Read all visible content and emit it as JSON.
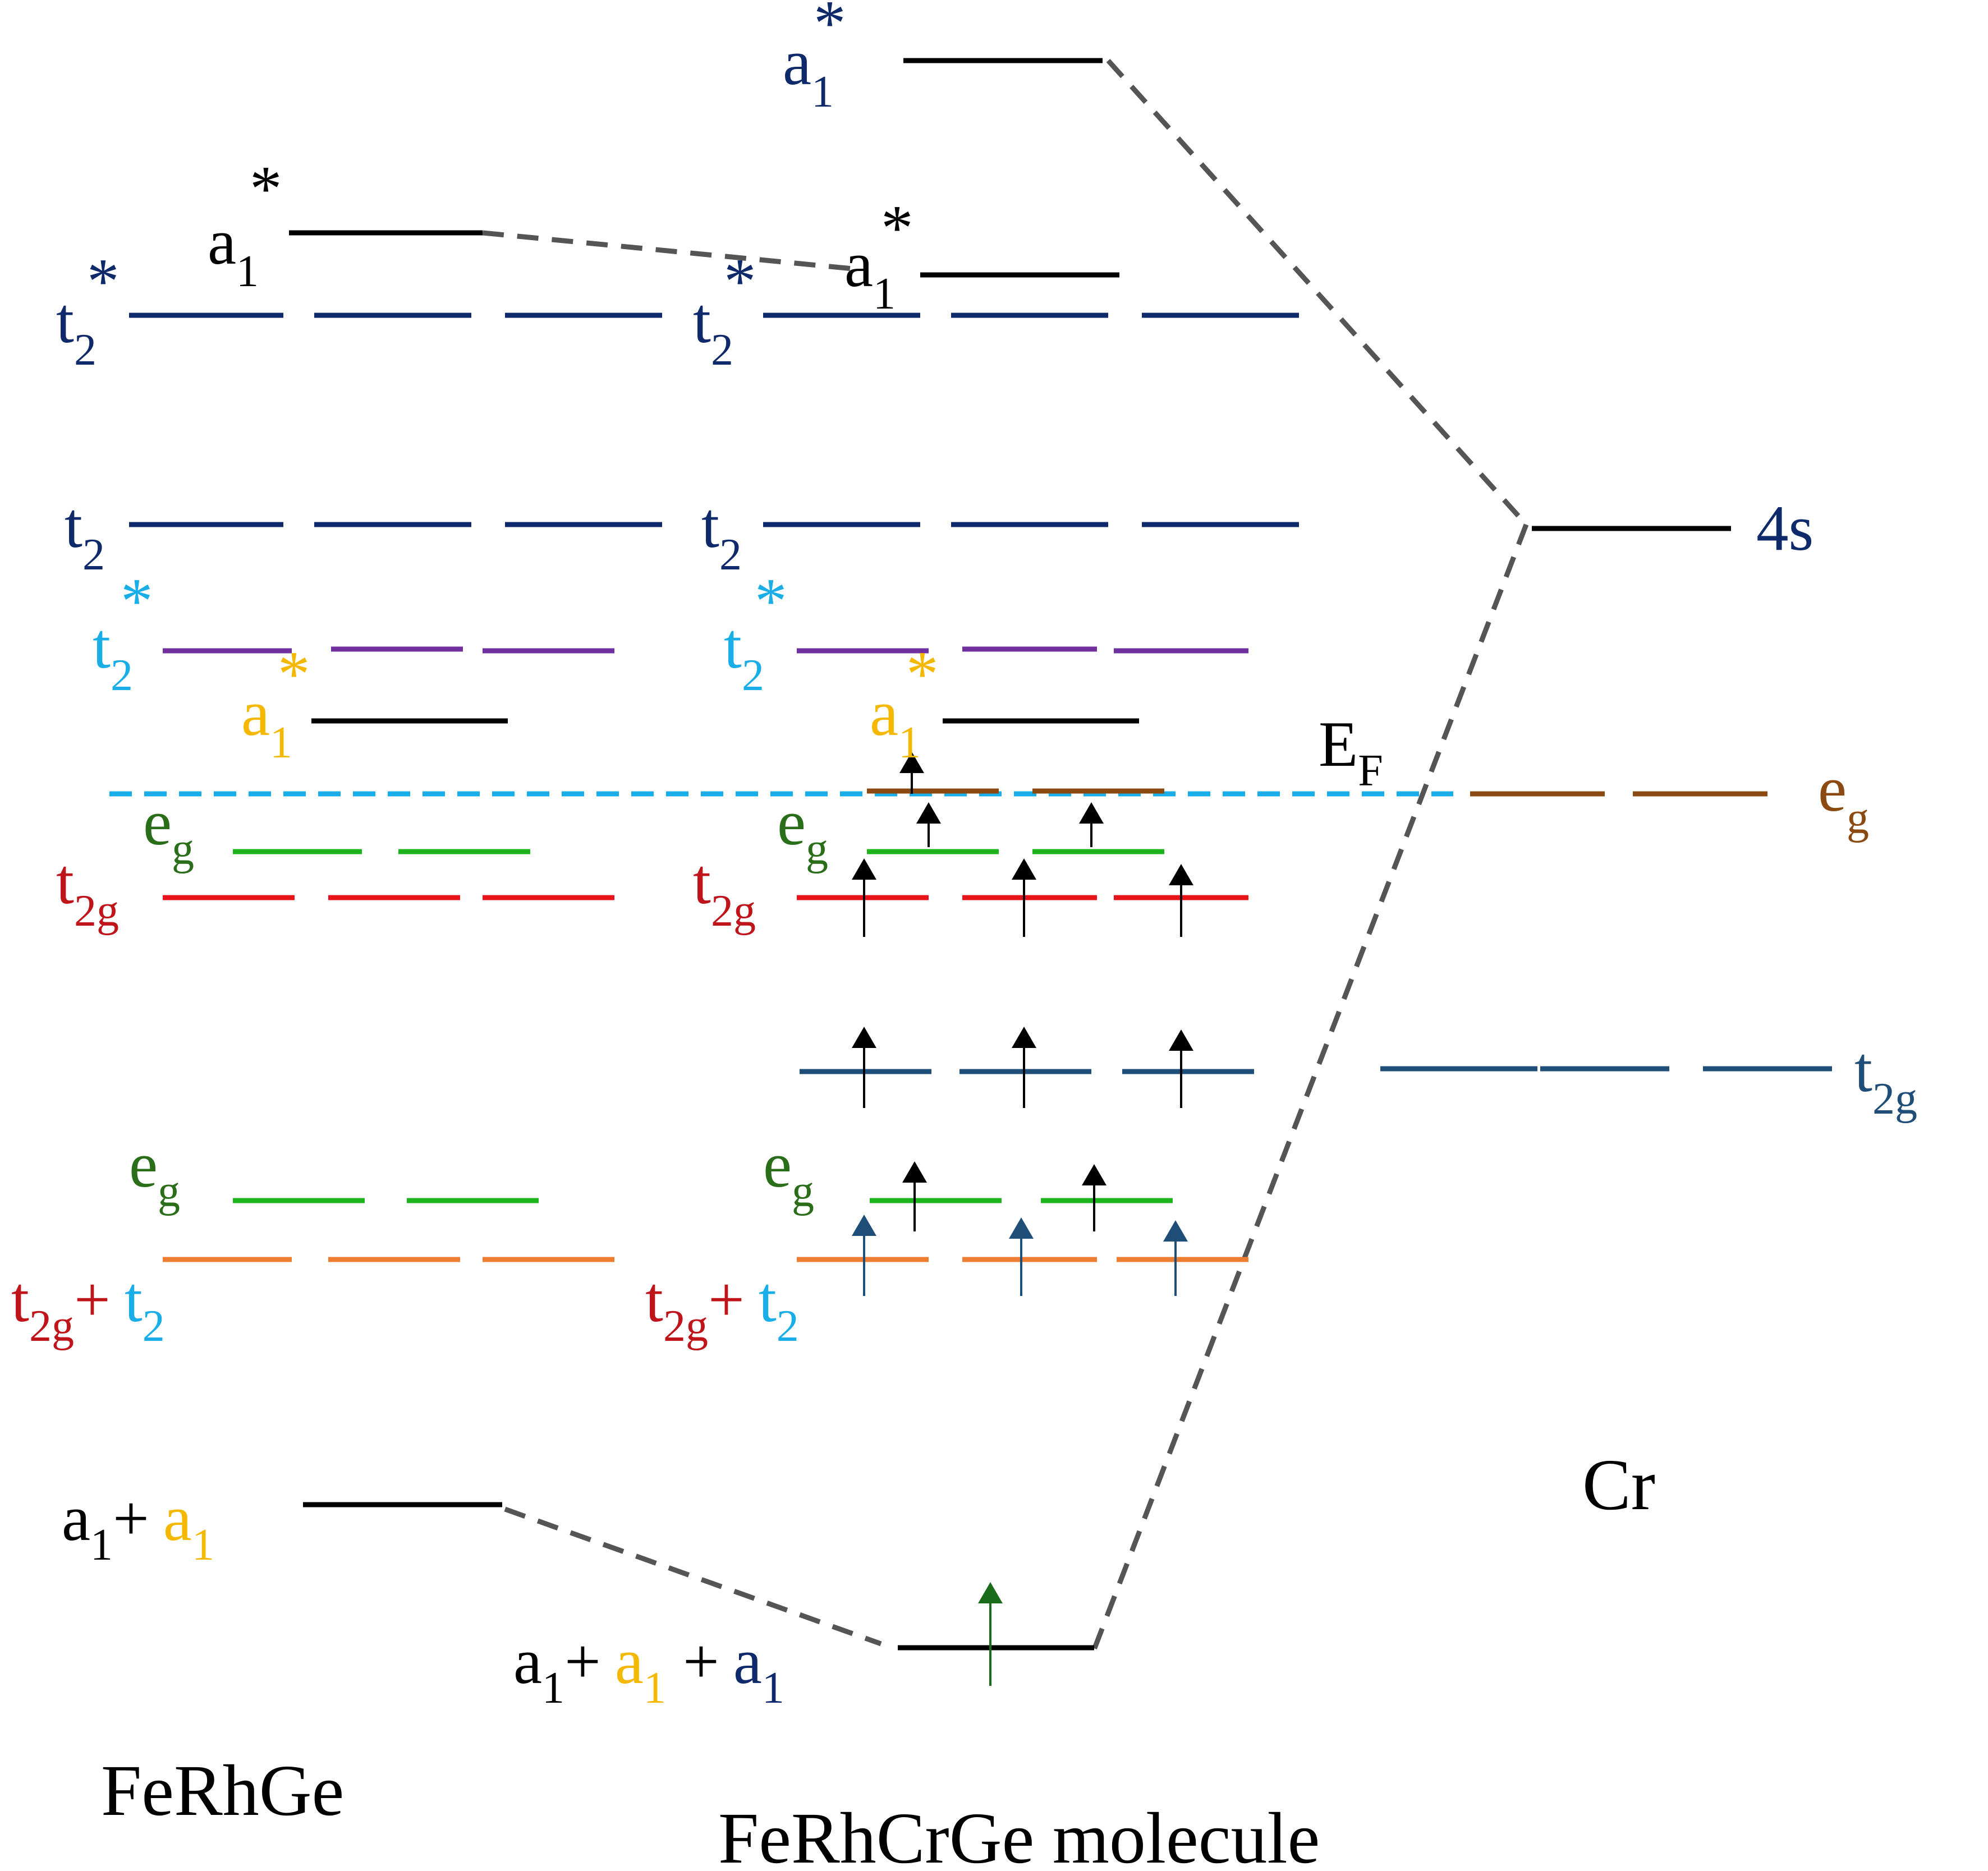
{
  "colors": {
    "black": "#000000",
    "navy": "#0f2a6b",
    "steel": "#1f4e79",
    "purple": "#7030a0",
    "cyan": "#1aaee8",
    "gold": "#f5b800",
    "green": "#1db31d",
    "dark_green": "#2a6e1a",
    "red": "#e8141b",
    "dark_red": "#c0141b",
    "orange": "#ed7d31",
    "brown": "#8a4a12",
    "dash_gray": "#555555",
    "up_arrow_green": "#1a6b1a"
  },
  "titles": {
    "ferhge": "FeRhGe",
    "molecule": "FeRhCrGe molecule",
    "cr": "Cr"
  },
  "labels": {
    "fermi_base": "E",
    "fermi_sub": "F",
    "cr_4s": "4s",
    "cr_eg_base": "e",
    "cr_eg_sub": "g",
    "cr_t2g_base": "t",
    "cr_t2g_sub": "2g",
    "mol_top_a1_base": "a",
    "mol_top_a1_sub": "1",
    "star": "*",
    "plus": "+",
    "a": "a",
    "one": "1",
    "t": "t",
    "two": "2",
    "twog": "2g",
    "e": "e",
    "g": "g"
  }
}
